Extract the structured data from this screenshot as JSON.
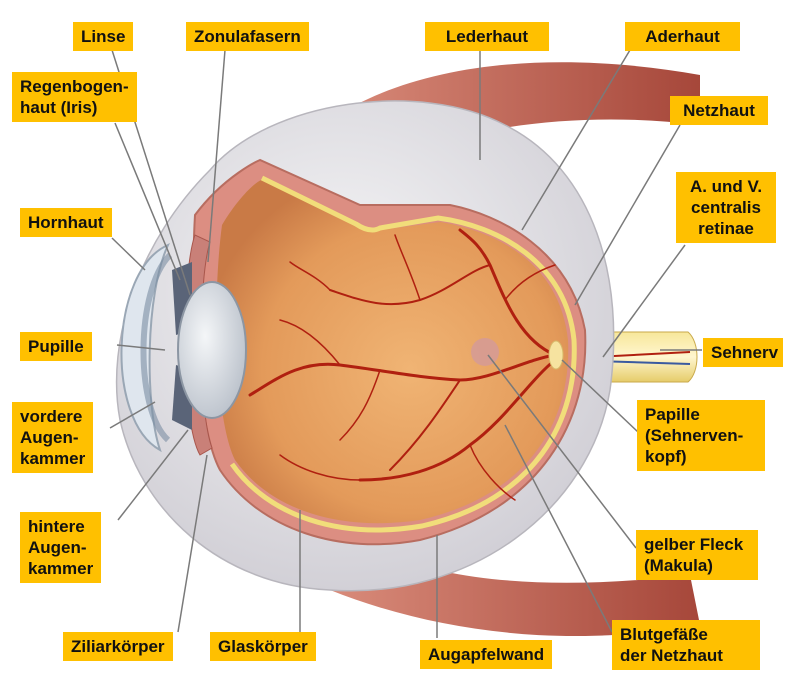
{
  "labels": {
    "linse": "Linse",
    "zonulafasern": "Zonulafasern",
    "lederhaut": "Lederhaut",
    "aderhaut": "Aderhaut",
    "regenbogenhaut_1": "Regenbogen-",
    "regenbogenhaut_2": "haut (Iris)",
    "netzhaut": "Netzhaut",
    "a_v_1": "A. und V.",
    "a_v_2": "centralis",
    "a_v_3": "retinae",
    "hornhaut": "Hornhaut",
    "pupille": "Pupille",
    "sehnerv": "Sehnerv",
    "vordere_1": "vordere",
    "vordere_2": "Augen-",
    "vordere_3": "kammer",
    "papille_1": "Papille",
    "papille_2": "(Sehnerven-",
    "papille_3": "kopf)",
    "hintere_1": "hintere",
    "hintere_2": "Augen-",
    "hintere_3": "kammer",
    "gelber_1": "gelber Fleck",
    "gelber_2": "(Makula)",
    "ziliarkoerper": "Ziliarkörper",
    "glaskoerper": "Glaskörper",
    "augapfelwand": "Augapfelwand",
    "blutgefaesse_1": "Blutgefäße",
    "blutgefaesse_2": "der Netzhaut"
  },
  "colors": {
    "label_bg": "#ffc000",
    "vessel": "#b02010",
    "sclera": "#e9e8ec",
    "muscle": "#c46a5a",
    "interior": "#e8a060",
    "choroid_band": "#f1dd7a"
  }
}
